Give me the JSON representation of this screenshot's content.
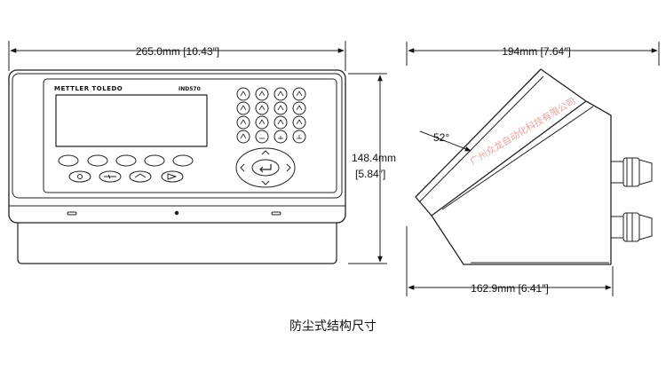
{
  "front_view": {
    "width_label": "265.0mm [10.43″]",
    "height_label_line1": "148.4mm",
    "height_label_line2": "[5.84″]",
    "brand_text": "METTLER TOLEDO",
    "model_text": "IND570"
  },
  "side_view": {
    "depth_label": "194mm [7.64″]",
    "base_label": "162.9mm [6.41″]",
    "angle_label": "52°"
  },
  "watermark": "广州众龙自动化科技有限公司",
  "caption": "防尘式结构尺寸"
}
